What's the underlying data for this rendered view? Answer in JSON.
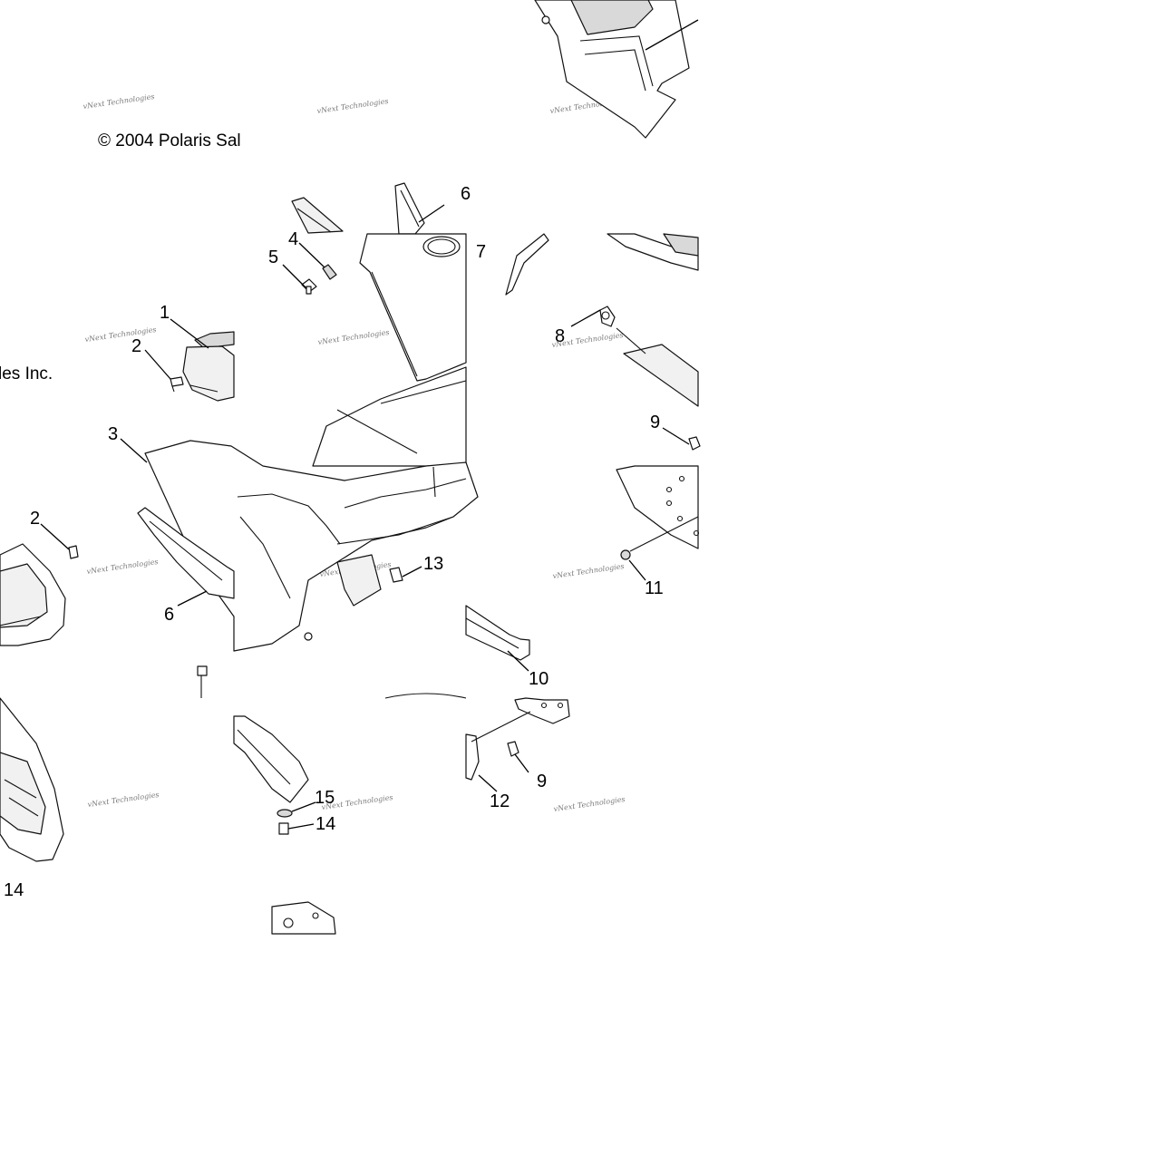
{
  "diagram": {
    "copyright_left": "© 2004 Polaris Sal",
    "copyright_right": "les Inc.",
    "watermark_text": "vNext Technologies",
    "callouts": {
      "c1": "1",
      "c2a": "2",
      "c2b": "2",
      "c3": "3",
      "c4": "4",
      "c5": "5",
      "c6a": "6",
      "c6b": "6",
      "c7": "7",
      "c8": "8",
      "c9a": "9",
      "c9b": "9",
      "c10": "10",
      "c11": "11",
      "c12": "12",
      "c13": "13",
      "c14a": "14",
      "c14b": "14",
      "c15": "15"
    }
  }
}
